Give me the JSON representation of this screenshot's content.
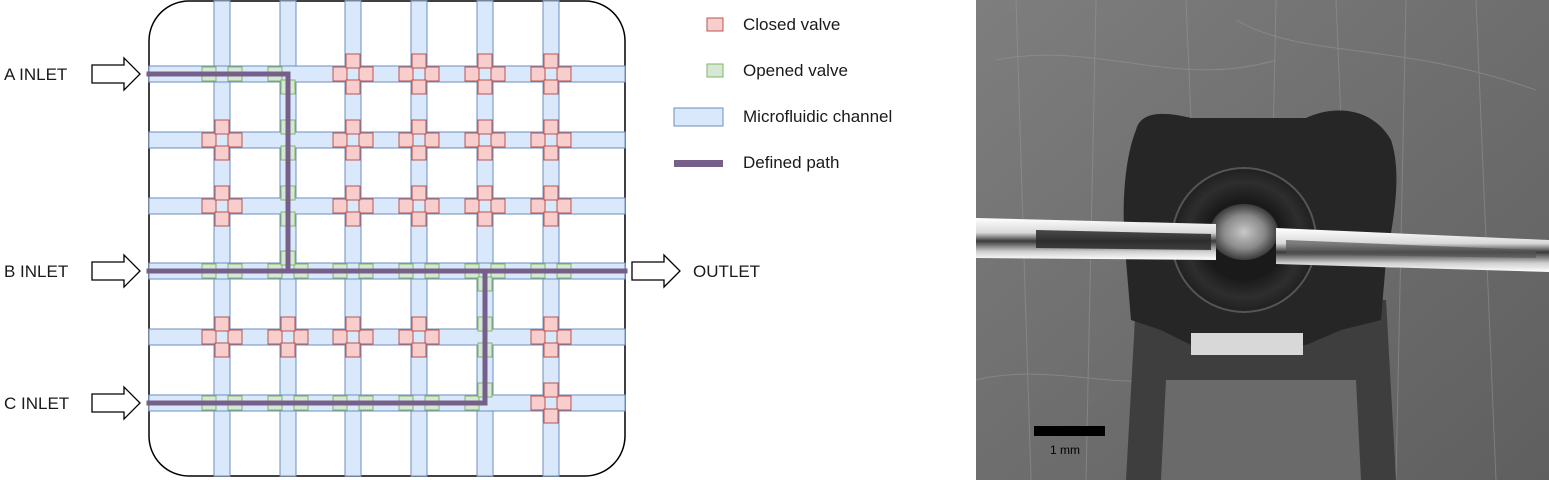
{
  "diagram": {
    "inlets": [
      {
        "id": "A",
        "label": "A INLET"
      },
      {
        "id": "B",
        "label": "B INLET"
      },
      {
        "id": "C",
        "label": "C INLET"
      }
    ],
    "outlet": {
      "label": "OUTLET"
    },
    "legend": [
      {
        "key": "closed",
        "label": "Closed valve"
      },
      {
        "key": "opened",
        "label": "Opened valve"
      },
      {
        "key": "channel",
        "label": "Microfluidic channel"
      },
      {
        "key": "path",
        "label": "Defined path"
      }
    ],
    "grid": {
      "columns": 6,
      "rows": 6
    },
    "colors": {
      "channel_fill": "#dae8fc",
      "channel_stroke": "#6c8ebf",
      "closed_fill": "#f8cecc",
      "closed_stroke": "#b85450",
      "opened_fill": "#d5e8d4",
      "opened_stroke": "#82b366",
      "path": "#76608a"
    }
  },
  "photo": {
    "scale_bar_label": "1 mm"
  }
}
